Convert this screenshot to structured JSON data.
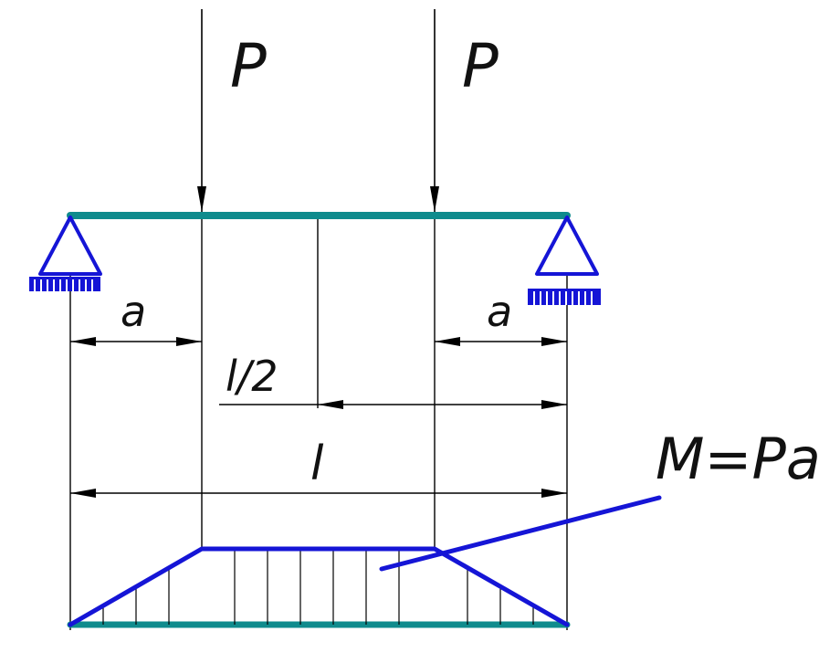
{
  "labels": {
    "load_left": "P",
    "load_right": "P",
    "dim_a_left": "a",
    "dim_a_right": "a",
    "dim_half": "l/2",
    "dim_span": "l",
    "moment": "M=Pa"
  },
  "colors": {
    "beam": "#0f8b8d",
    "support": "#1515d6",
    "diagram": "#1515d6",
    "line": "#000000",
    "text": "#111111"
  }
}
